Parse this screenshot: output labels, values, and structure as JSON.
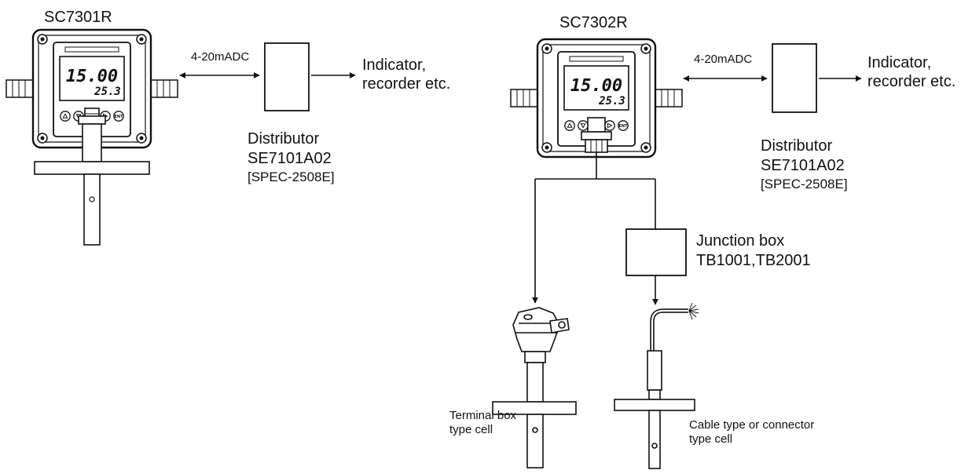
{
  "left_system": {
    "model": "SC7301R",
    "display": {
      "main": "15.00",
      "sub": "25.3"
    },
    "signal": "4-20mADC",
    "output_target": [
      "Indicator,",
      "recorder etc."
    ],
    "distributor": {
      "title": "Distributor",
      "model": "SE7101A02",
      "spec": "[SPEC-2508E]"
    }
  },
  "right_system": {
    "model": "SC7302R",
    "display": {
      "main": "15.00",
      "sub": "25.3"
    },
    "signal": "4-20mADC",
    "output_target": [
      "Indicator,",
      "recorder etc."
    ],
    "distributor": {
      "title": "Distributor",
      "model": "SE7101A02",
      "spec": "[SPEC-2508E]"
    },
    "junction_box": {
      "title": "Junction box",
      "models": "TB1001,TB2001"
    },
    "cells": {
      "terminal_box": [
        "Terminal box",
        "type cell"
      ],
      "cable_type": [
        "Cable type or connector",
        "type cell"
      ]
    }
  }
}
